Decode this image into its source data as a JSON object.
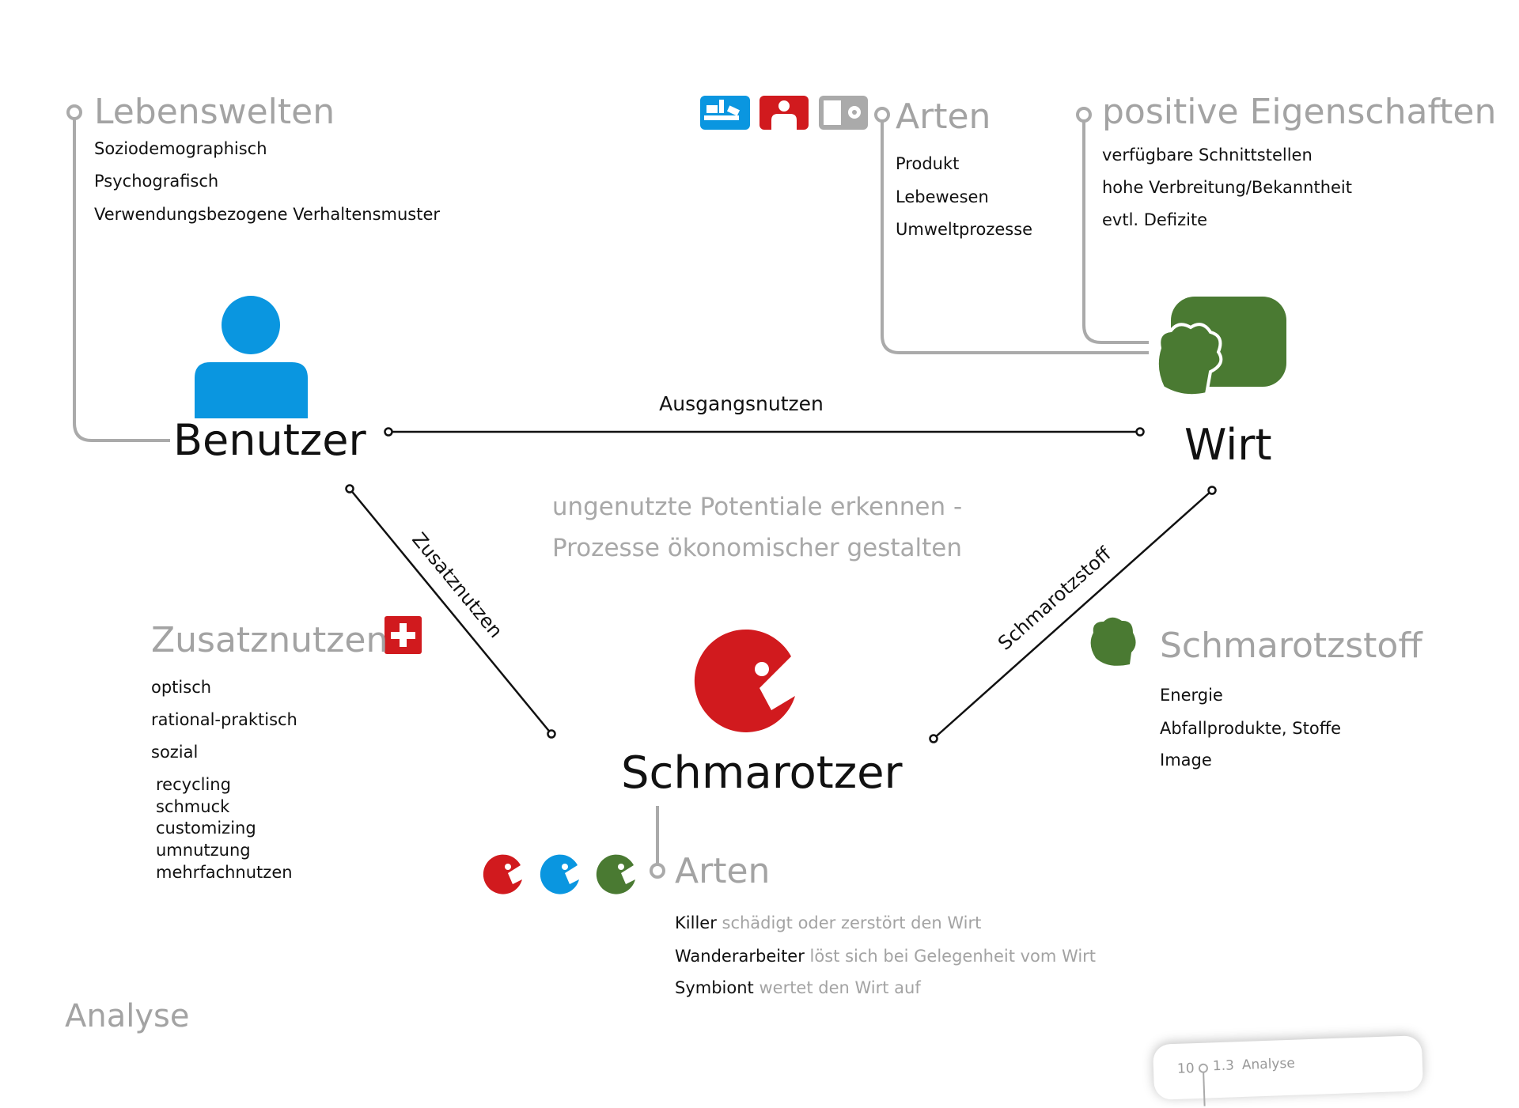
{
  "lebenswelten": {
    "title": "Lebenswelten",
    "items": [
      "Soziodemographisch",
      "Psychografisch",
      "Verwendungsbezogene Verhaltensmuster"
    ]
  },
  "benutzer": {
    "label": "Benutzer"
  },
  "wirt": {
    "label": "Wirt"
  },
  "schmarotzer": {
    "label": "Schmarotzer"
  },
  "wirt_arten": {
    "title": "Arten",
    "items": [
      "Produkt",
      "Lebewesen",
      "Umweltprozesse"
    ]
  },
  "positive": {
    "title": "positive Eigenschaften",
    "items": [
      "verfügbare Schnittstellen",
      "hohe Verbreitung/Bekanntheit",
      "evtl. Defizite"
    ]
  },
  "edges": {
    "ausgang": "Ausgangsnutzen",
    "zusatz": "Zusatznutzen",
    "stoff": "Schmarotzstoff"
  },
  "center": {
    "line1": "ungenutzte Potentiale erkennen -",
    "line2": "Prozesse ökonomischer gestalten"
  },
  "zusatznutzen": {
    "title": "Zusatznutzen",
    "items": [
      "optisch",
      "rational-praktisch",
      "sozial"
    ],
    "subitems": [
      "recycling",
      "schmuck",
      "customizing",
      "umnutzung",
      "mehrfachnutzen"
    ]
  },
  "schmarotzstoff": {
    "title": "Schmarotzstoff",
    "items": [
      "Energie",
      "Abfallprodukte, Stoffe",
      "Image"
    ]
  },
  "schmarotzer_arten": {
    "title": "Arten",
    "items": [
      {
        "name": "Killer",
        "desc": "schädigt oder zerstört den Wirt"
      },
      {
        "name": "Wanderarbeiter",
        "desc": "löst sich bei Gelegenheit vom Wirt"
      },
      {
        "name": "Symbiont",
        "desc": "wertet den Wirt auf"
      }
    ]
  },
  "footer": {
    "section": "Analyse",
    "page": "10",
    "chapter": "1.3",
    "chapter_title": "Analyse"
  },
  "colors": {
    "blue": "#0a96e0",
    "red": "#d11a1e",
    "green": "#4a7a32",
    "gray": "#a3a3a3"
  }
}
